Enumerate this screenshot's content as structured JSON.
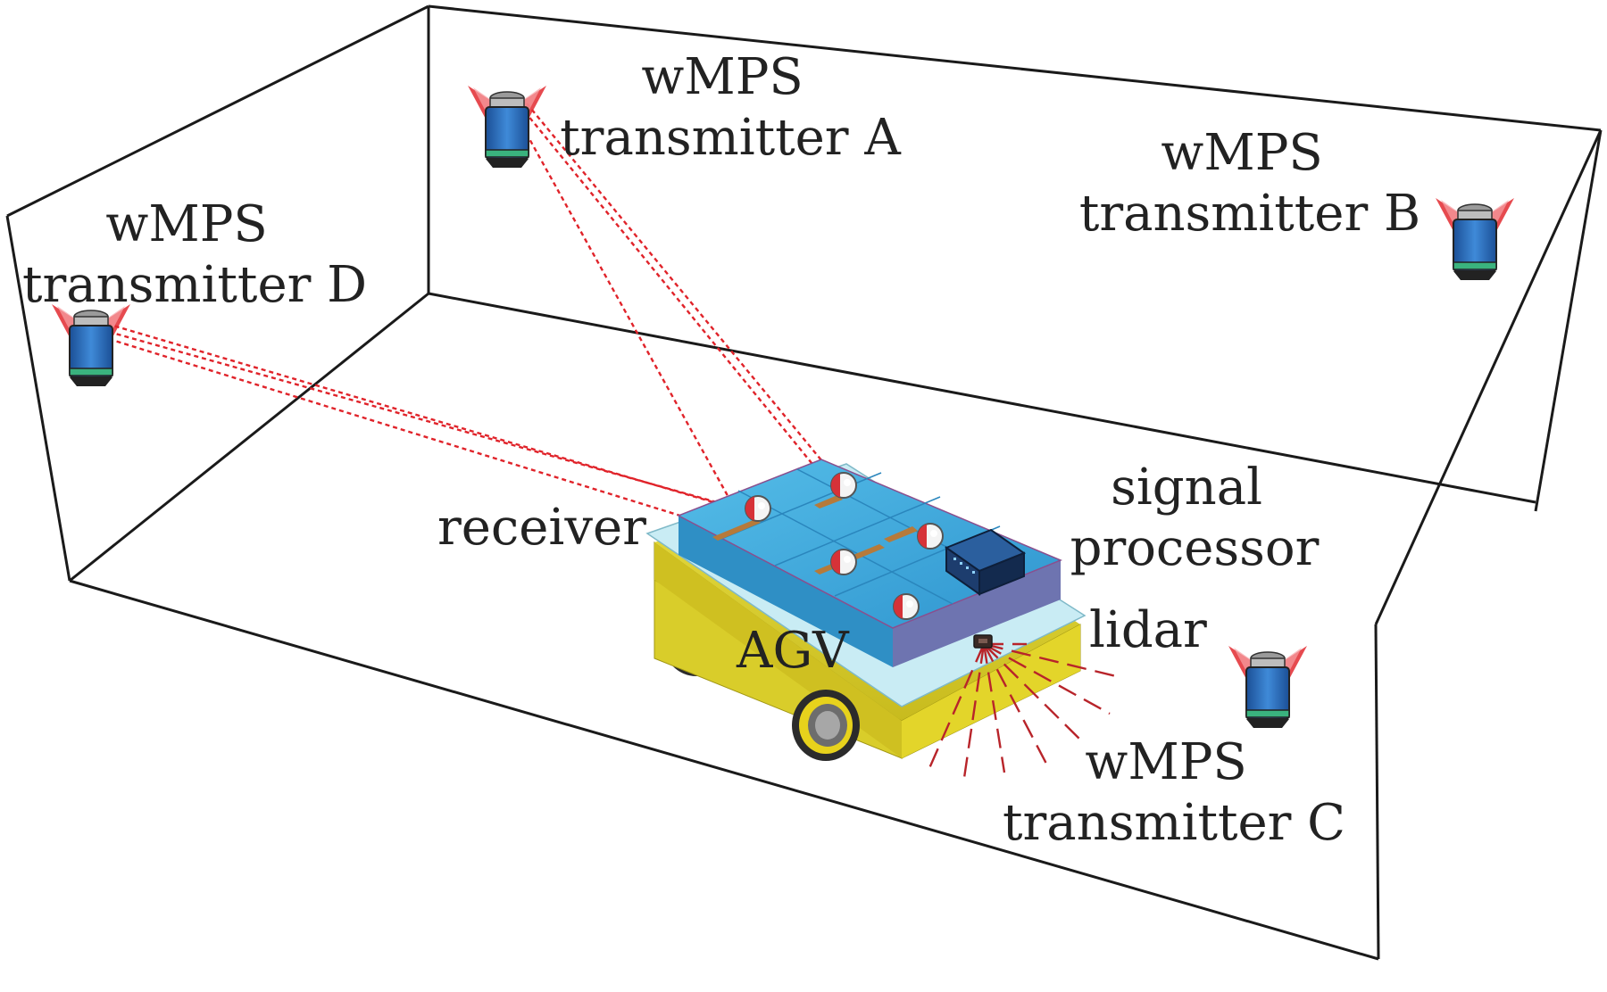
{
  "labels": {
    "transmitter_a": [
      "wMPS",
      "transmitter A"
    ],
    "transmitter_b": [
      "wMPS",
      "transmitter B"
    ],
    "transmitter_c": [
      "wMPS",
      "transmitter C"
    ],
    "transmitter_d": [
      "wMPS",
      "transmitter D"
    ],
    "signal_processor": [
      "signal",
      "processor"
    ],
    "receiver": "receiver",
    "agv": "AGV",
    "lidar": "lidar"
  },
  "icons": {
    "transmitter": "wmps-transmitter-icon",
    "receiver": "receiver-sensor-icon",
    "signal_processor": "signal-processor-box-icon",
    "lidar": "lidar-sensor-icon",
    "wheel": "wheel-icon"
  },
  "colors": {
    "box_edges": "#1a1a1a",
    "laser_beam": "#e0232a",
    "agv_body": "#d9cd2a",
    "agv_top": "#3aa7dd",
    "transmitter_body": "#2a6fc0",
    "processor_box": "#1d3d6e"
  }
}
